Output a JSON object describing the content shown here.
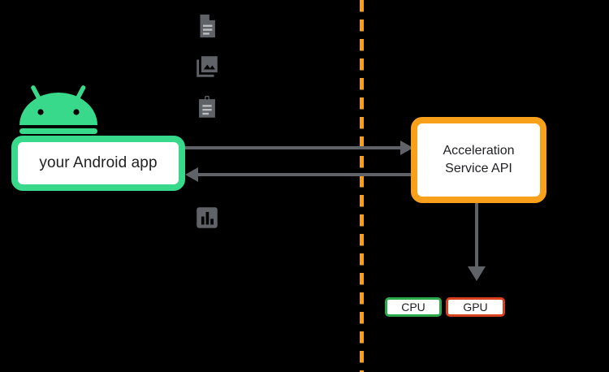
{
  "diagram": {
    "title": "TensorFlow Lite Acceleration Service architecture",
    "background_color": "#000000",
    "divider": {
      "name": "device-cloud-boundary",
      "style": "dashed-vertical",
      "color": "#f9a01b"
    },
    "client": {
      "logo_icon": "android-robot-icon",
      "logo_color": "#38d98a",
      "box_label": "your Android app",
      "box_border_color": "#38d98a",
      "box_fill_color": "#ffffff"
    },
    "data_icons": [
      {
        "name": "document-icon",
        "label": "document",
        "color": "#5f6368"
      },
      {
        "name": "photo-library-icon",
        "label": "images",
        "color": "#5f6368"
      },
      {
        "name": "clipboard-icon",
        "label": "assignment",
        "color": "#5f6368"
      },
      {
        "name": "bar-chart-icon",
        "label": "chart",
        "color": "#5f6368"
      }
    ],
    "service": {
      "box_label": "Acceleration\nService API",
      "box_border_color": "#f9a01b",
      "box_fill_color": "#ffffff"
    },
    "arrows": [
      {
        "name": "request-arrow",
        "direction": "right",
        "from": "your Android app",
        "to": "Acceleration Service API",
        "color": "#5f6368"
      },
      {
        "name": "response-arrow",
        "direction": "left",
        "from": "Acceleration Service API",
        "to": "your Android app",
        "color": "#5f6368"
      },
      {
        "name": "delegate-arrow",
        "direction": "down",
        "from": "Acceleration Service API",
        "to": "accelerators",
        "color": "#5f6368"
      }
    ],
    "accelerators": [
      {
        "name": "cpu-chip",
        "label": "CPU",
        "border_color": "#2aa84a"
      },
      {
        "name": "gpu-chip",
        "label": "GPU",
        "border_color": "#d9411e"
      }
    ]
  }
}
